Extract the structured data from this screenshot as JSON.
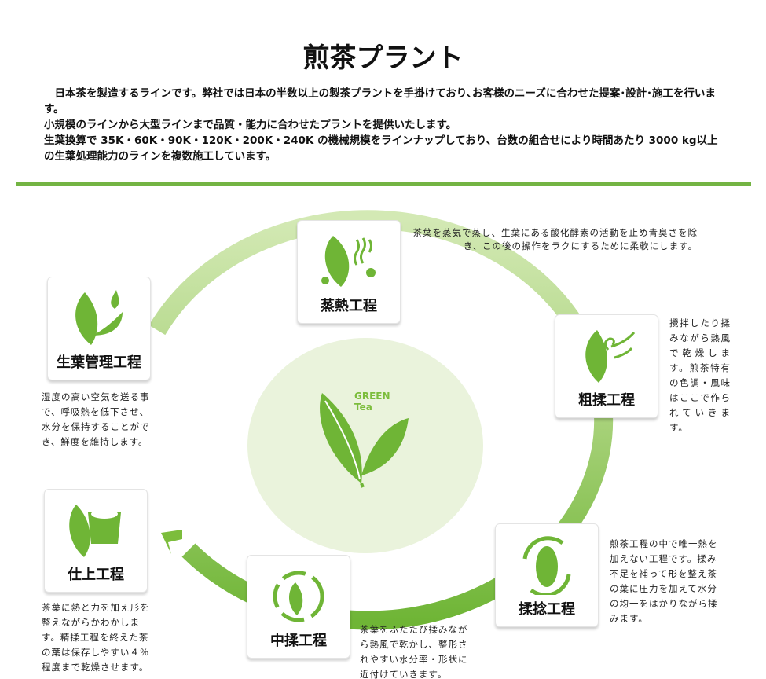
{
  "title": "煎茶プラント",
  "intro": [
    "　日本茶を製造するラインです。弊社では日本の半数以上の製茶プラントを手掛けており､お客様のニーズに合わせた提案･設計･施工を行います。",
    "小規模のラインから大型ラインまで品質・能力に合わせたプラントを提供いたします。",
    "生葉換算で 35K・60K・90K・120K・200K・240K の機械規模をラインナップしており、台数の組合せにより時間あたり 3000 kg以上の生葉処理能力のラインを複数施工しています。"
  ],
  "center": {
    "line1": "GREEN",
    "line2": "Tea"
  },
  "colors": {
    "accent": "#73b443",
    "ring_light": "#c9e3a6",
    "center_bg": "#eaf3dc"
  },
  "steps": [
    {
      "label": "蒸熱工程",
      "icon": "leaf-steam-icon",
      "desc": "茶葉を蒸気で蒸し、生葉にある酸化酵素の活動を止め青臭さを除き、この後の操作をラクにするために柔軟にします。"
    },
    {
      "label": "粗揉工程",
      "icon": "leaf-wind-icon",
      "desc": "攪拌したり揉みながら熱風で乾燥します。煎茶特有の色調・風味はここで作られていきます。"
    },
    {
      "label": "揉捻工程",
      "icon": "leaf-rotate-icon",
      "desc": "煎茶工程の中で唯一熱を加えない工程です。揉み不足を補って形を整え茶の葉に圧力を加えて水分の均一をはかりながら揉みます。"
    },
    {
      "label": "中揉工程",
      "icon": "leaf-cycle-icon",
      "desc": "茶葉をふたたび揉みながら熱風で乾かし、整形されやすい水分率・形状に近付けていきます。"
    },
    {
      "label": "仕上工程",
      "icon": "leaf-cup-icon",
      "desc": "茶葉に熱と力を加え形を整えながらかわかします。精揉工程を終えた茶の葉は保存しやすい４％程度まで乾燥させます。"
    },
    {
      "label": "生葉管理工程",
      "icon": "leaf-drop-icon",
      "desc": "湿度の高い空気を送る事で、呼吸熱を低下させ、水分を保持することができ、鮮度を維持します。"
    }
  ]
}
